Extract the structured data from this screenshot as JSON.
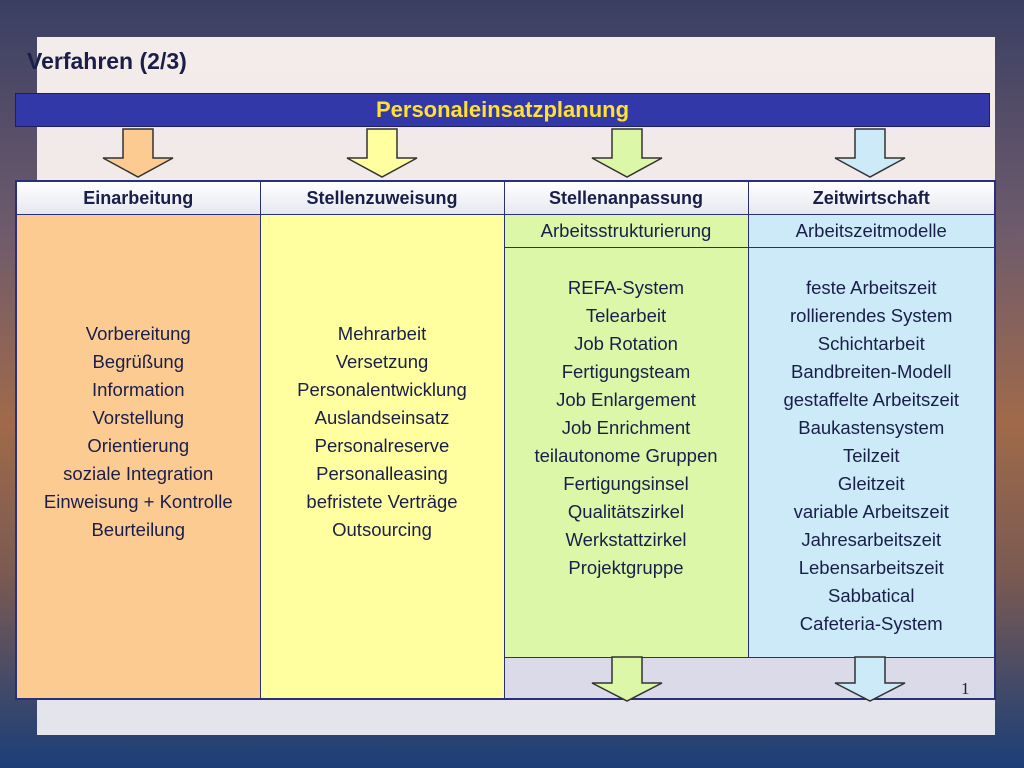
{
  "slide": {
    "title": "Verfahren (2/3)",
    "banner": "Personaleinsatzplanung",
    "page_number": "1"
  },
  "colors": {
    "banner_bg": "#3338a8",
    "banner_text": "#ffe033",
    "einarbeitung": "#fccb92",
    "stellenzuweisung": "#ffffa0",
    "stellenanpassung": "#dcf7a8",
    "zeitwirtschaft": "#cceaf7"
  },
  "columns": {
    "einarbeitung": {
      "header": "Einarbeitung",
      "items": [
        "Vorbereitung",
        "Begrüßung",
        "Information",
        "Vorstellung",
        "Orientierung",
        "soziale Integration",
        "Einweisung + Kontrolle",
        "Beurteilung"
      ]
    },
    "stellenzuweisung": {
      "header": "Stellenzuweisung",
      "items": [
        "Mehrarbeit",
        "Versetzung",
        "Personalentwicklung",
        "Auslandseinsatz",
        "Personalreserve",
        "Personalleasing",
        "befristete Verträge",
        "Outsourcing"
      ]
    },
    "stellenanpassung": {
      "header": "Stellenanpassung",
      "subheader": "Arbeitsstrukturierung",
      "items": [
        "REFA-System",
        "Telearbeit",
        "Job Rotation",
        "Fertigungsteam",
        "Job Enlargement",
        "Job Enrichment",
        "teilautonome Gruppen",
        "Fertigungsinsel",
        "Qualitätszirkel",
        "Werkstattzirkel",
        "Projektgruppe"
      ]
    },
    "zeitwirtschaft": {
      "header": "Zeitwirtschaft",
      "subheader": "Arbeitszeitmodelle",
      "items": [
        "feste Arbeitszeit",
        "rollierendes System",
        "Schichtarbeit",
        "Bandbreiten-Modell",
        "gestaffelte Arbeitszeit",
        "Baukastensystem",
        "Teilzeit",
        "Gleitzeit",
        "variable Arbeitszeit",
        "Jahresarbeitszeit",
        "Lebensarbeitszeit",
        "Sabbatical",
        "Cafeteria-System"
      ]
    }
  },
  "arrows": {
    "top": [
      {
        "column": "einarbeitung",
        "color": "#fccb92",
        "icon": "down-arrow-icon"
      },
      {
        "column": "stellenzuweisung",
        "color": "#ffffa0",
        "icon": "down-arrow-icon"
      },
      {
        "column": "stellenanpassung",
        "color": "#dcf7a8",
        "icon": "down-arrow-icon"
      },
      {
        "column": "zeitwirtschaft",
        "color": "#cceaf7",
        "icon": "down-arrow-icon"
      }
    ],
    "bottom": [
      {
        "column": "stellenanpassung",
        "color": "#dcf7a8",
        "icon": "down-arrow-icon"
      },
      {
        "column": "zeitwirtschaft",
        "color": "#cceaf7",
        "icon": "down-arrow-icon"
      }
    ]
  }
}
